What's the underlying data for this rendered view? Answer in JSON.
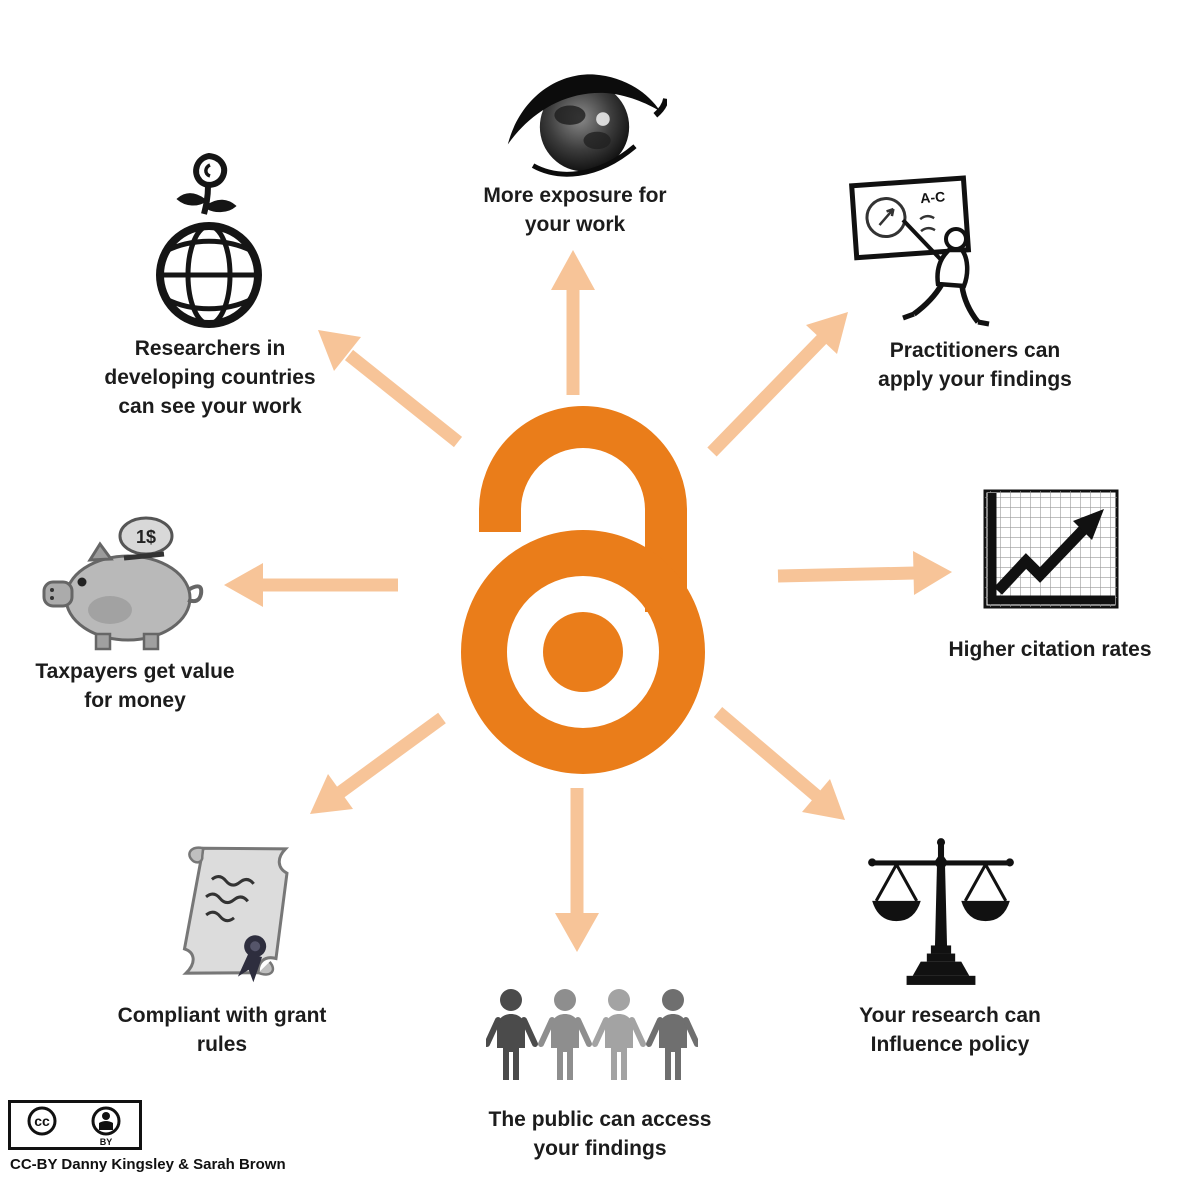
{
  "colors": {
    "oa-orange": "#EA7D1A",
    "arrow": "#F7C498",
    "ink": "#111111"
  },
  "center": {
    "name": "Open Access logo"
  },
  "nodes": {
    "exposure": {
      "label": "More exposure for\nyour work"
    },
    "researchers": {
      "label": "Researchers in\ndeveloping countries\ncan see your work"
    },
    "practitioners": {
      "label": "Practitioners can\napply your findings"
    },
    "citations": {
      "label": "Higher citation rates"
    },
    "taxpayers": {
      "label": "Taxpayers get value\nfor money"
    },
    "grant": {
      "label": "Compliant with grant\nrules"
    },
    "public": {
      "label": "The public can access\nyour findings"
    },
    "policy": {
      "label": "Your research can\nInfluence policy"
    }
  },
  "icons": {
    "center": "open-access-lock",
    "exposure": "eye-globe",
    "researchers": "globe-with-rose",
    "practitioners": "teacher-at-blackboard",
    "citations": "rising-chart",
    "taxpayers": "piggy-bank",
    "grant": "scroll-with-seal",
    "public": "people-group",
    "policy": "scales-of-justice"
  },
  "teacher_board": {
    "text": "A-C"
  },
  "coin": {
    "text": "1$"
  },
  "cc_badge": {
    "cc": "cc",
    "by": "BY"
  },
  "footer": {
    "credit": "CC-BY Danny Kingsley &  Sarah Brown"
  }
}
